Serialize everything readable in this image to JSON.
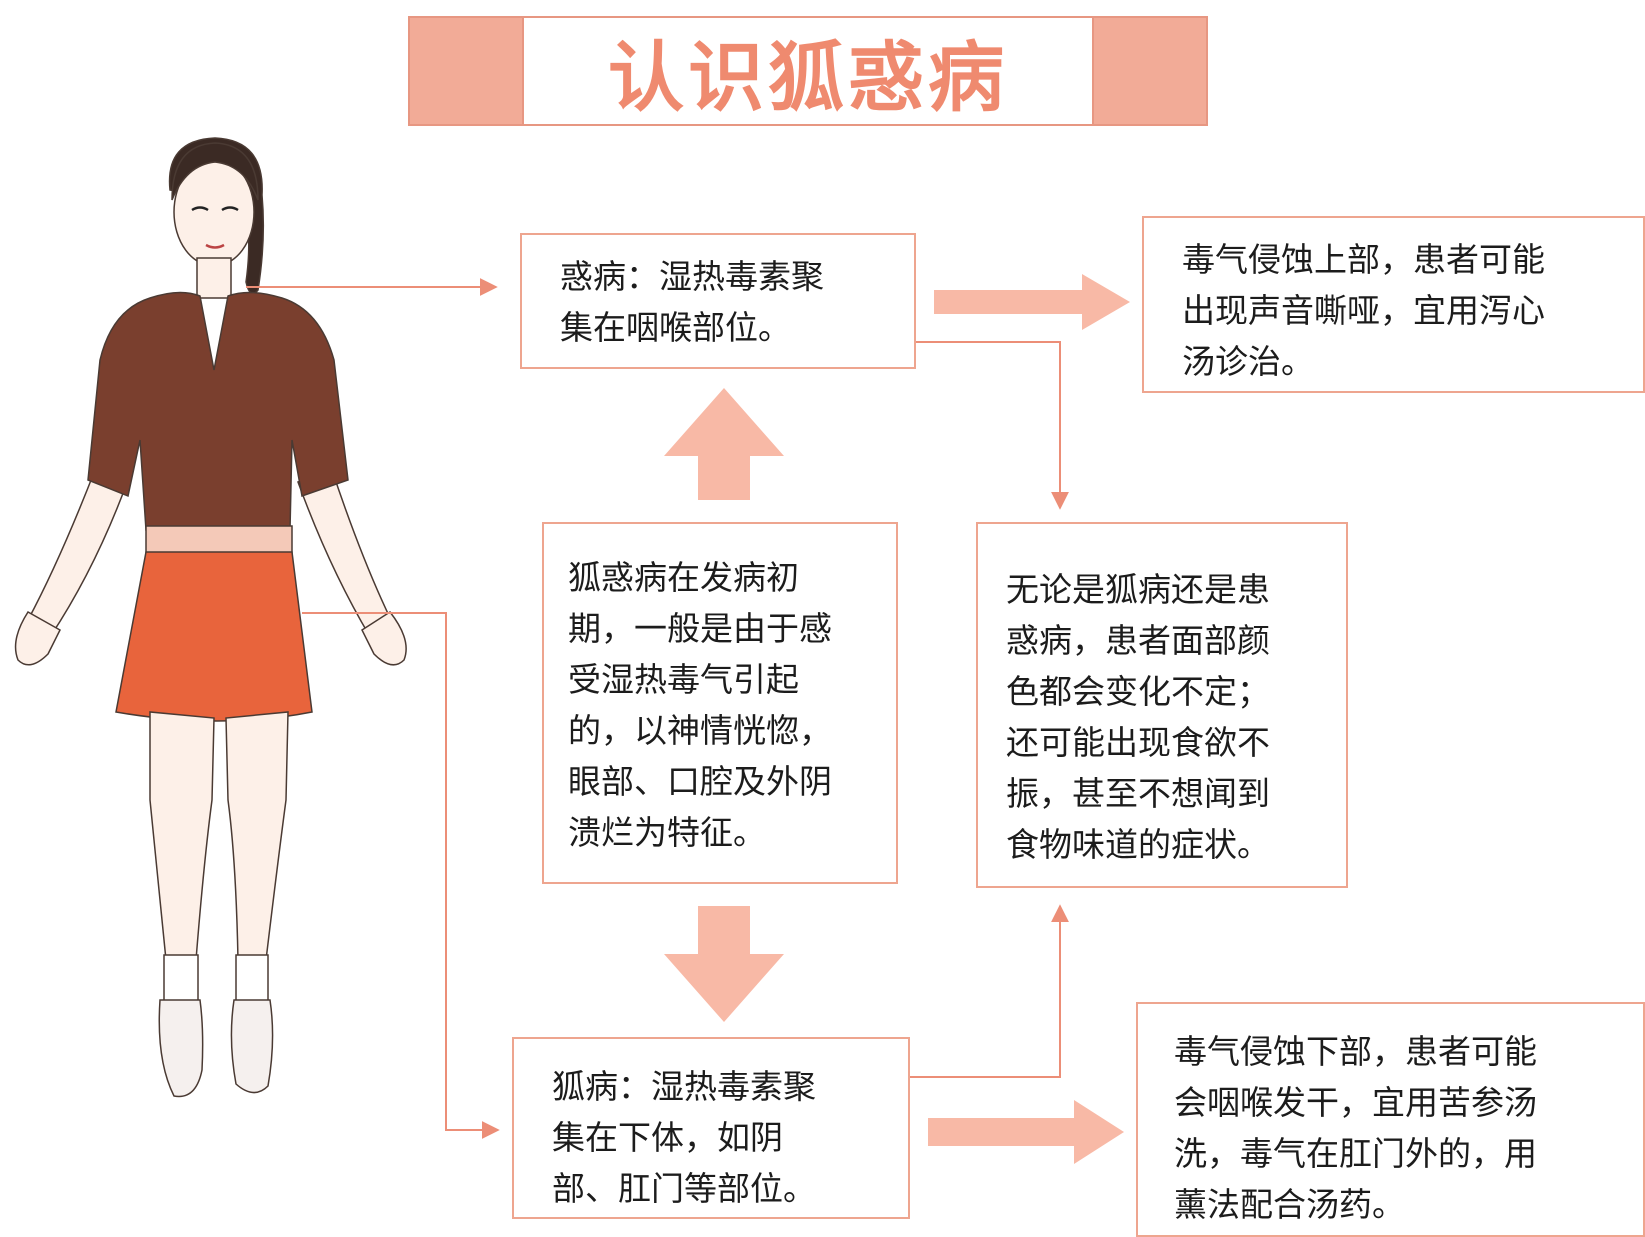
{
  "title": "认识狐惑病",
  "boxes": {
    "throat": {
      "lines": [
        "惑病：湿热毒素聚",
        "集在咽喉部位。"
      ]
    },
    "upper_result": {
      "lines": [
        "毒气侵蚀上部，患者可能",
        "出现声音嘶哑，宜用泻心",
        "汤诊治。"
      ]
    },
    "center": {
      "lines": [
        "狐惑病在发病初",
        "期，一般是由于感",
        "受湿热毒气引起",
        "的，以神情恍惚，",
        "眼部、口腔及外阴",
        "溃烂为特征。"
      ]
    },
    "face": {
      "lines": [
        "无论是狐病还是患",
        "惑病，患者面部颜",
        "色都会变化不定；",
        "还可能出现食欲不",
        "振，甚至不想闻到",
        "食物味道的症状。"
      ]
    },
    "lower": {
      "lines": [
        "狐病：湿热毒素聚",
        "集在下体，如阴",
        "部、肛门等部位。"
      ]
    },
    "lower_result": {
      "lines": [
        "毒气侵蚀下部，患者可能",
        "会咽喉发干，宜用苦参汤",
        "洗，毒气在肛门外的，用",
        "薰法配合汤药。"
      ]
    }
  },
  "colors": {
    "accent": "#ef8a6f",
    "banner_fill": "#f2ab97",
    "box_border": "#eea58f",
    "arrow_fill": "#f8b9a6",
    "line_color": "#ec8e77",
    "shirt": "#7a3f2e",
    "skirt": "#e8643c",
    "skin": "#fde9df"
  }
}
